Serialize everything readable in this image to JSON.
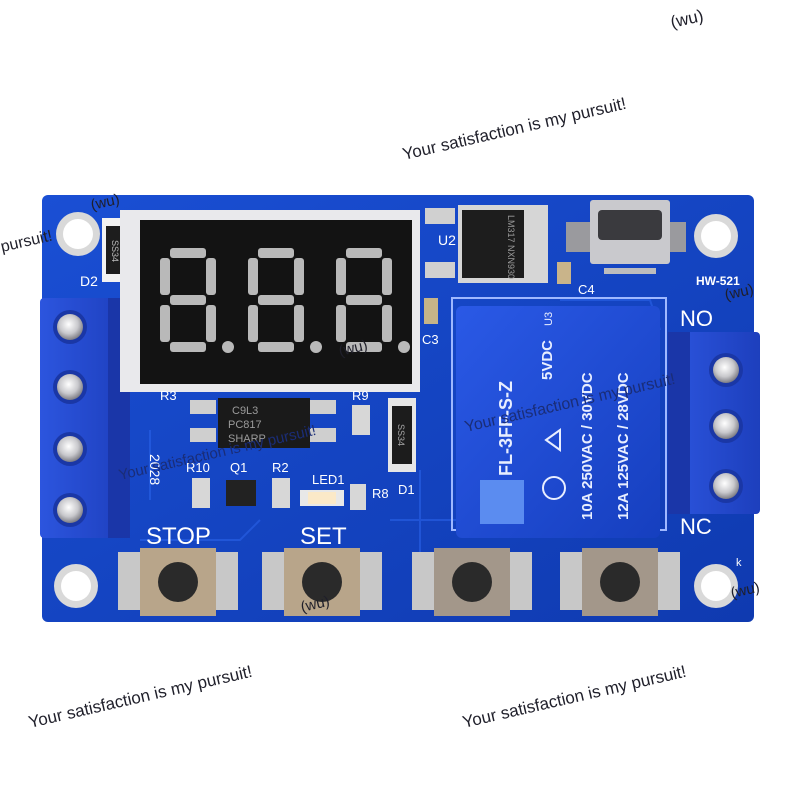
{
  "board": {
    "model": "HW-521",
    "relay_model": "FL-3FF-S-Z",
    "relay_coil": "5VDC",
    "relay_ratings": [
      "10A 250VAC / 30VDC",
      "12A 125VAC / 28VDC"
    ],
    "relay_mark": "U3",
    "optocoupler_line1": "PC817",
    "optocoupler_line2": "SHARP",
    "optocoupler_code": "C9L3",
    "regulator_text": "LM317 NXN930",
    "display_digits": "8.8.8.",
    "date_code": "2028",
    "colors": {
      "pcb": "#1546c8",
      "display_segment": "#b9b9b9",
      "terminal": "#2f57e0"
    }
  },
  "silkscreen": {
    "stop": "STOP",
    "set": "SET",
    "no": "NO",
    "nc": "NC",
    "d1": "D1",
    "d2": "D2",
    "u2": "U2",
    "c3": "C3",
    "c4": "C4",
    "r3": "R3",
    "r9": "R9",
    "r10": "R10",
    "r2": "R2",
    "r8": "R8",
    "q1": "Q1",
    "led1": "LED1",
    "diode_code": "SS34",
    "k": "k"
  },
  "watermark": {
    "slogan": "Your satisfaction is my pursuit!",
    "tag": "(wu)",
    "fragment_pursuit": "pursuit!",
    "fragment_your": "Your"
  }
}
